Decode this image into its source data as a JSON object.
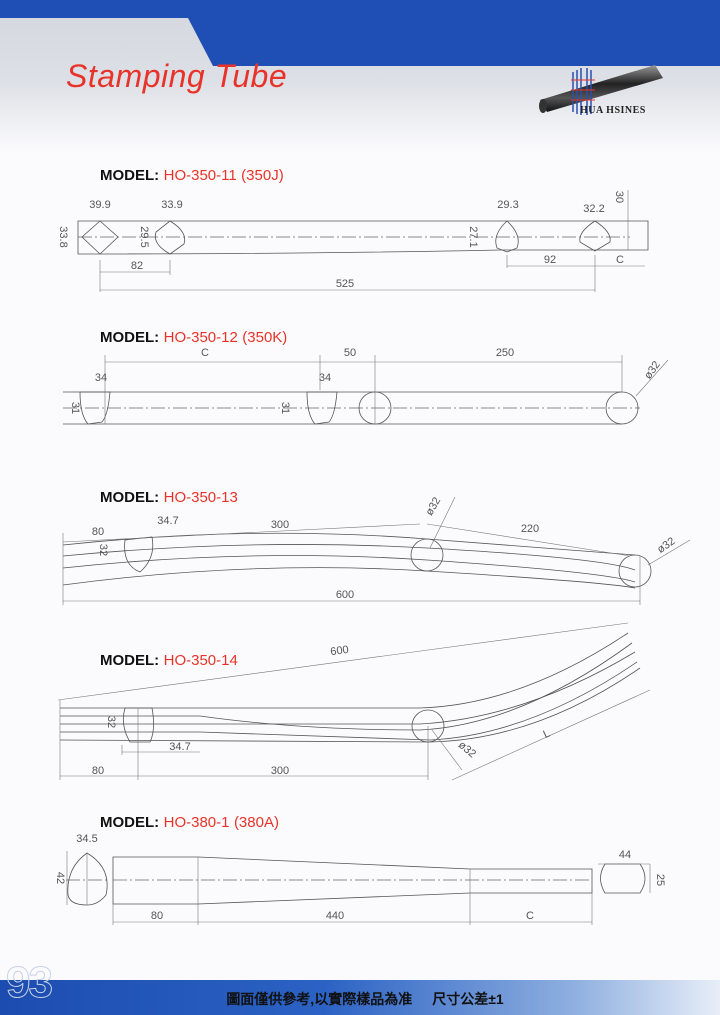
{
  "header": {
    "title": "Stamping Tube",
    "brand": "HUA HSINES"
  },
  "models": [
    {
      "label": "MODEL:",
      "code": "HO-350-11",
      "variant": "(350J)",
      "dims": {
        "w1": "39.9",
        "w2": "33.9",
        "w3": "29.3",
        "w4": "32.2",
        "h_right": "30",
        "h1": "33.8",
        "h2": "29.5",
        "h3": "27.1",
        "len1": "82",
        "len2": "92",
        "len_c": "C",
        "total": "525"
      }
    },
    {
      "label": "MODEL:",
      "code": "HO-350-12",
      "variant": "(350K)",
      "dims": {
        "len_c": "C",
        "len1": "50",
        "len2": "250",
        "w1": "34",
        "w2": "34",
        "h1": "31",
        "h2": "31",
        "dia": "ø32"
      }
    },
    {
      "label": "MODEL:",
      "code": "HO-350-13",
      "dims": {
        "len1": "80",
        "w1": "34.7",
        "len2": "300",
        "len3": "220",
        "dia1": "ø32",
        "dia2": "ø32",
        "h1": "32",
        "total": "600"
      }
    },
    {
      "label": "MODEL:",
      "code": "HO-350-14",
      "dims": {
        "total": "600",
        "h1": "32",
        "w1": "34.7",
        "len1": "80",
        "len2": "300",
        "dia": "ø32",
        "len_l": "L"
      }
    },
    {
      "label": "MODEL:",
      "code": "HO-380-1",
      "variant": "(380A)",
      "dims": {
        "w1": "34.5",
        "h1": "42",
        "len1": "80",
        "len2": "440",
        "len_c": "C",
        "w2": "44",
        "h2": "25"
      }
    }
  ],
  "footer": {
    "page_number": "93",
    "note": "圖面僅供參考,以實際樣品為准",
    "tolerance": "尺寸公差±1"
  }
}
